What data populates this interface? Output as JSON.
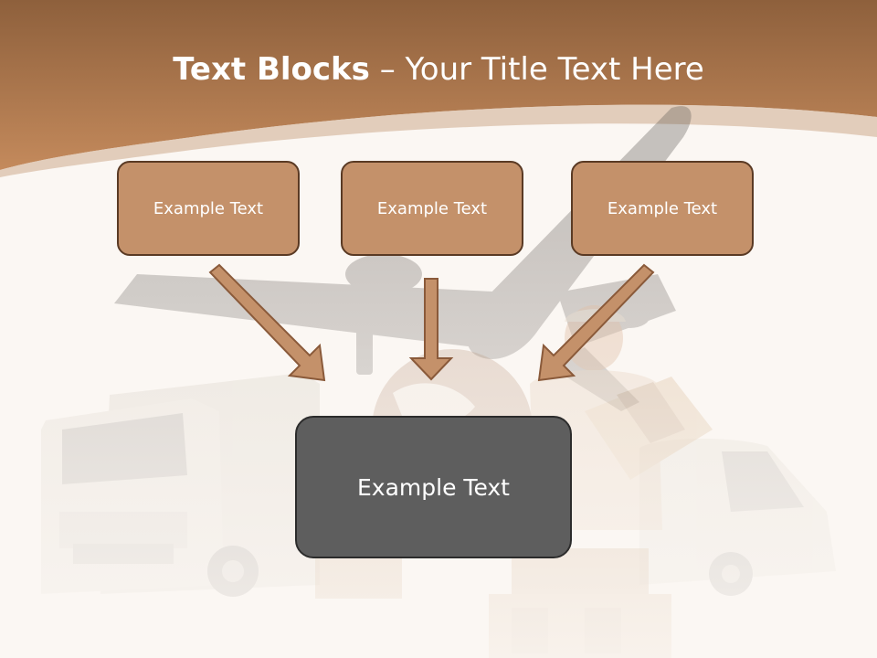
{
  "slide": {
    "title_bold": "Text Blocks",
    "title_dash": " – ",
    "title_rest": "Your Title Text Here",
    "top_boxes": [
      {
        "label": "Example Text"
      },
      {
        "label": "Example Text"
      },
      {
        "label": "Example Text"
      }
    ],
    "center_box": {
      "label": "Example Text"
    }
  },
  "colors": {
    "header_brown": "#b07a52",
    "box_fill": "#c4916a",
    "box_border": "#5a3a24",
    "center_fill": "#5e5e5e",
    "background": "#fbf7f3"
  },
  "icons": [
    "airplane-illustration",
    "truck-illustration",
    "van-illustration",
    "courier-with-boxes-illustration",
    "globe-illustration"
  ]
}
